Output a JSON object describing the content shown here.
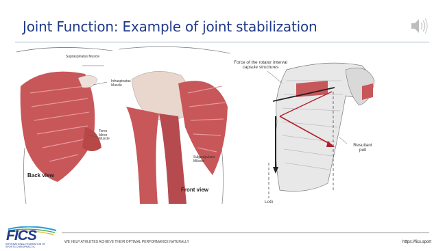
{
  "slide": {
    "title": "Joint Function: Example of joint stabilization"
  },
  "figure_left": {
    "label_supraspinatus": "Supraspinatus Muscle",
    "label_infraspinatus": "Infraspinatus Muscle",
    "label_teres_minor": "Teres Minor Muscle",
    "label_subscapularis": "Subscapularis Muscle",
    "label_back_view": "Back view",
    "label_front_view": "Front view"
  },
  "figure_right": {
    "label_force": "Force of the rotator interval capsule structures",
    "label_resultant": "Resultant pull",
    "label_log": "LoG"
  },
  "footer": {
    "logo_text": "FICS",
    "logo_subtext": "International Federation of Sports Chiropractic",
    "tagline": "We help athletes achieve their optimal performance naturally",
    "url": "https://fics.sport"
  },
  "colors": {
    "title": "#1f3a8a",
    "muscle": "#c8575a",
    "arrow": "#b0202c"
  },
  "icons": {
    "audio": "speaker-icon"
  }
}
